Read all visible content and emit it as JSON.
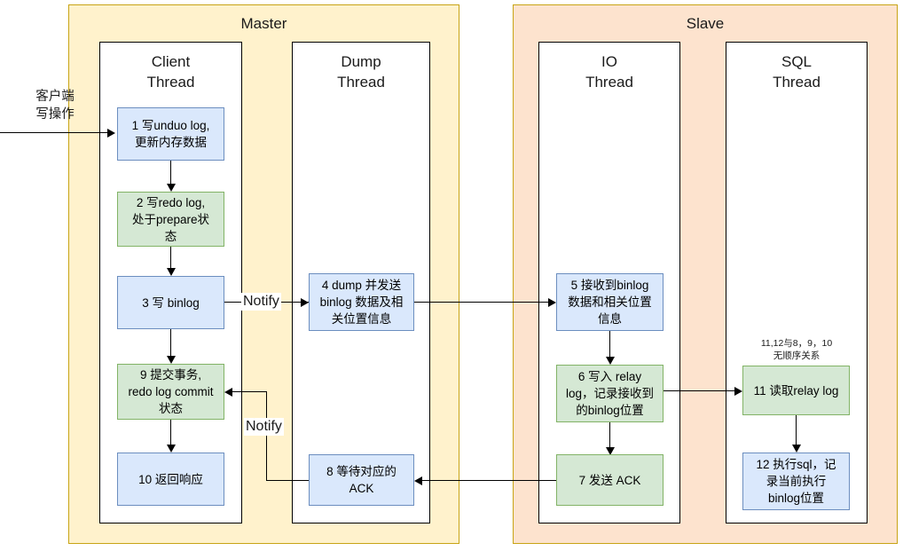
{
  "diagram": {
    "title_master": "Master",
    "title_slave": "Slave",
    "client_label": "客户端\n写操作",
    "notify_top": "Notify",
    "notify_bottom": "Notify",
    "sql_note": "11,12与8，9，10\n无顺序关系"
  },
  "panels": [
    {
      "id": "master",
      "label": "Master",
      "accent": "#fff2cc",
      "border": "#d6b656"
    },
    {
      "id": "slave",
      "label": "Slave",
      "accent": "#fde3ce",
      "border": "#d6b656"
    }
  ],
  "threads": [
    {
      "id": "client-thread",
      "label": "Client\nThread"
    },
    {
      "id": "dump-thread",
      "label": "Dump\nThread"
    },
    {
      "id": "io-thread",
      "label": "IO\nThread"
    },
    {
      "id": "sql-thread",
      "label": "SQL\nThread"
    }
  ],
  "nodes": [
    {
      "id": "n1",
      "step": "1",
      "text": "1 写unduo log,\n更新内存数据",
      "color": "blue",
      "thread": "client-thread"
    },
    {
      "id": "n2",
      "step": "2",
      "text": "2 写redo log,\n处于prepare状\n态",
      "color": "green",
      "thread": "client-thread"
    },
    {
      "id": "n3",
      "step": "3",
      "text": "3 写 binlog",
      "color": "blue",
      "thread": "client-thread"
    },
    {
      "id": "n9",
      "step": "9",
      "text": "9 提交事务,\nredo log commit\n状态",
      "color": "green",
      "thread": "client-thread"
    },
    {
      "id": "n10",
      "step": "10",
      "text": "10 返回响应",
      "color": "blue",
      "thread": "client-thread"
    },
    {
      "id": "n4",
      "step": "4",
      "text": "4 dump 并发送\nbinlog 数据及相\n关位置信息",
      "color": "blue",
      "thread": "dump-thread"
    },
    {
      "id": "n8",
      "step": "8",
      "text": "8 等待对应的\nACK",
      "color": "blue",
      "thread": "dump-thread"
    },
    {
      "id": "n5",
      "step": "5",
      "text": "5 接收到binlog\n数据和相关位置\n信息",
      "color": "blue",
      "thread": "io-thread"
    },
    {
      "id": "n6",
      "step": "6",
      "text": "6 写入 relay\nlog，记录接收到\n的binlog位置",
      "color": "green",
      "thread": "io-thread"
    },
    {
      "id": "n7",
      "step": "7",
      "text": "7 发送 ACK",
      "color": "green",
      "thread": "io-thread"
    },
    {
      "id": "n11",
      "step": "11",
      "text": "11 读取relay log",
      "color": "green",
      "thread": "sql-thread"
    },
    {
      "id": "n12",
      "step": "12",
      "text": "12 执行sql，记\n录当前执行\nbinlog位置",
      "color": "blue",
      "thread": "sql-thread"
    }
  ],
  "edges": [
    {
      "from": "client-input",
      "to": "n1",
      "label": ""
    },
    {
      "from": "n1",
      "to": "n2",
      "label": ""
    },
    {
      "from": "n2",
      "to": "n3",
      "label": ""
    },
    {
      "from": "n3",
      "to": "n4",
      "label": "Notify"
    },
    {
      "from": "n4",
      "to": "n5",
      "label": ""
    },
    {
      "from": "n5",
      "to": "n6",
      "label": ""
    },
    {
      "from": "n6",
      "to": "n7",
      "label": ""
    },
    {
      "from": "n6",
      "to": "n11",
      "label": ""
    },
    {
      "from": "n7",
      "to": "n8",
      "label": ""
    },
    {
      "from": "n8",
      "to": "n9",
      "label": "Notify"
    },
    {
      "from": "n9",
      "to": "n10",
      "label": ""
    },
    {
      "from": "n11",
      "to": "n12",
      "label": ""
    }
  ],
  "colors": {
    "blue_fill": "#dae8fc",
    "blue_stroke": "#6c8ebf",
    "green_fill": "#d5e8d4",
    "green_stroke": "#82b366",
    "master_fill": "#fff2cc",
    "slave_fill": "#fde3ce",
    "panel_stroke": "#d6b656",
    "thread_stroke": "#000000"
  }
}
